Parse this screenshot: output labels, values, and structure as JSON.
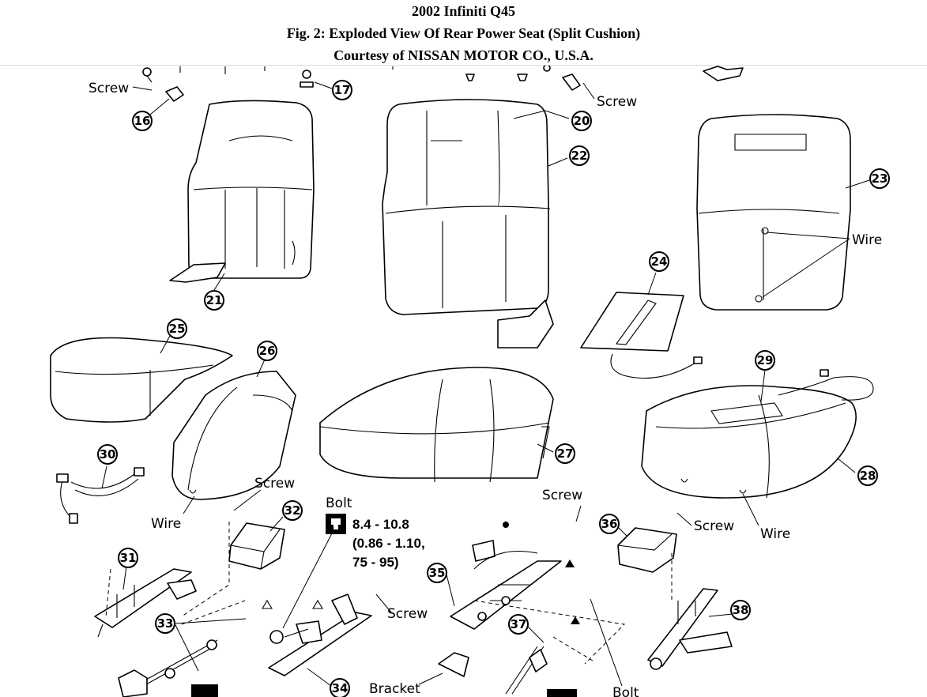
{
  "header": {
    "line1": "2002 Infiniti Q45",
    "line2": "Fig. 2: Exploded View Of Rear Power Seat (Split Cushion)",
    "line3": "Courtesy of NISSAN MOTOR CO., U.S.A."
  },
  "labels": {
    "screw": "Screw",
    "wire": "Wire",
    "bolt": "Bolt",
    "bracket": "Bracket"
  },
  "torque_spec": {
    "line1": "8.4 - 10.8",
    "line2": "(0.86 - 1.10,",
    "line3": "75 - 95)"
  },
  "part_numbers": {
    "p16": "16",
    "p17": "17",
    "p20": "20",
    "p21": "21",
    "p22": "22",
    "p23": "23",
    "p24": "24",
    "p25": "25",
    "p26": "26",
    "p27": "27",
    "p28": "28",
    "p29": "29",
    "p30": "30",
    "p31": "31",
    "p32": "32",
    "p33": "33",
    "p34": "34",
    "p35": "35",
    "p36": "36",
    "p37": "37",
    "p38": "38"
  }
}
